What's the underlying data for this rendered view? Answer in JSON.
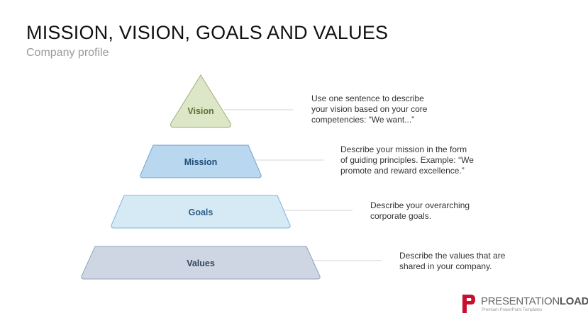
{
  "header": {
    "title": "MISSION, VISION, GOALS AND VALUES",
    "subtitle": "Company profile"
  },
  "pyramid": {
    "levels": [
      {
        "label": "Vision",
        "description_lines": [
          "Use one sentence to describe",
          "your vision based on your core",
          "competencies: “We want...”"
        ],
        "fill": "#dde6c6",
        "stroke": "#9db27a",
        "text_color": "#5b7233"
      },
      {
        "label": "Mission",
        "description_lines": [
          "Describe your mission in the form",
          "of guiding principles. Example: “We",
          "promote and reward excellence.”"
        ],
        "fill": "#b9d7ef",
        "stroke": "#6fa6d1",
        "text_color": "#1f4e79"
      },
      {
        "label": "Goals",
        "description_lines": [
          "Describe your overarching",
          "corporate goals."
        ],
        "fill": "#d6eaf6",
        "stroke": "#7fb4da",
        "text_color": "#2e5a84"
      },
      {
        "label": "Values",
        "description_lines": [
          "Describe the values that are",
          "shared in your company."
        ],
        "fill": "#cdd6e2",
        "stroke": "#8ea2bc",
        "text_color": "#33445c"
      }
    ]
  },
  "logo": {
    "name_light": "PRESENTATION",
    "name_bold": "LOAD",
    "registered": "®",
    "tagline": "Premium PowerPoint Templates",
    "color": "#c8102e"
  }
}
